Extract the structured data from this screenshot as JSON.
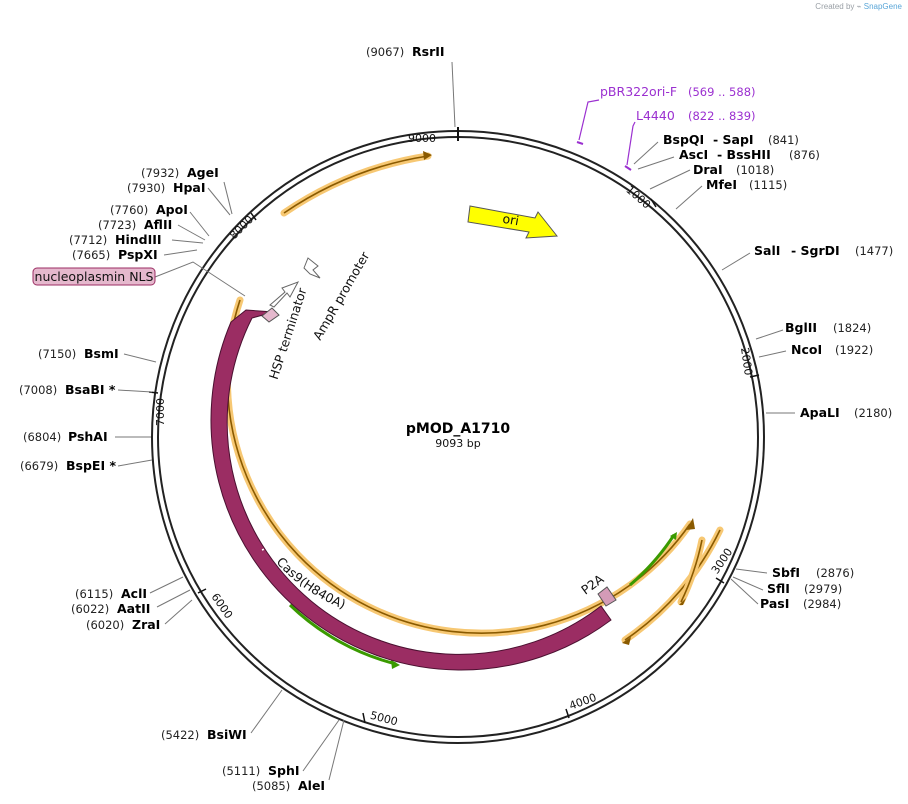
{
  "credit": {
    "prefix": "Created by",
    "brand": "SnapGene"
  },
  "plasmid": {
    "name": "pMOD_A1710",
    "length_label": "9093 bp",
    "length": 9093
  },
  "tick_labels": [
    "1000",
    "2000",
    "3000",
    "4000",
    "5000",
    "6000",
    "7000",
    "8000",
    "9000"
  ],
  "sites": [
    {
      "pos": "(9067)",
      "name": "RsrII"
    },
    {
      "name": "BspQI",
      "name2": "SapI",
      "pos": "(841)"
    },
    {
      "name": "AscI",
      "name2": "BssHII",
      "pos": "(876)"
    },
    {
      "name": "DraI",
      "pos": "(1018)"
    },
    {
      "name": "MfeI",
      "pos": "(1115)"
    },
    {
      "name": "SalI",
      "name2": "SgrDI",
      "pos": "(1477)"
    },
    {
      "name": "BglII",
      "pos": "(1824)"
    },
    {
      "name": "NcoI",
      "pos": "(1922)"
    },
    {
      "name": "ApaLI",
      "pos": "(2180)"
    },
    {
      "name": "SbfI",
      "pos": "(2876)"
    },
    {
      "name": "SflI",
      "pos": "(2979)"
    },
    {
      "name": "PasI",
      "pos": "(2984)"
    },
    {
      "pos": "(7932)",
      "name": "AgeI"
    },
    {
      "pos": "(7930)",
      "name": "HpaI"
    },
    {
      "pos": "(7760)",
      "name": "ApoI"
    },
    {
      "pos": "(7723)",
      "name": "AflII"
    },
    {
      "pos": "(7712)",
      "name": "HindIII"
    },
    {
      "pos": "(7665)",
      "name": "PspXI"
    },
    {
      "pos": "(7150)",
      "name": "BsmI"
    },
    {
      "pos": "(7008)",
      "name": "BsaBI *"
    },
    {
      "pos": "(6804)",
      "name": "PshAI"
    },
    {
      "pos": "(6679)",
      "name": "BspEI *"
    },
    {
      "pos": "(6115)",
      "name": "AclI"
    },
    {
      "pos": "(6022)",
      "name": "AatII"
    },
    {
      "pos": "(6020)",
      "name": "ZraI"
    },
    {
      "pos": "(5422)",
      "name": "BsiWI"
    },
    {
      "pos": "(5111)",
      "name": "SphI"
    },
    {
      "pos": "(5085)",
      "name": "AleI"
    }
  ],
  "primers": [
    {
      "name": "pBR322ori-F",
      "range": "(569 .. 588)"
    },
    {
      "name": "L4440",
      "range": "(822 .. 839)"
    }
  ],
  "features": {
    "ori": "ori",
    "hsp": "HSP terminator",
    "ampr": "AmpR promoter",
    "cas9": "Cas9(H840A)",
    "p2a": "P2A",
    "nls": "nucleoplasmin NLS"
  },
  "colors": {
    "backbone": "#222222",
    "cas9": "#9b2d63",
    "ori": "#ffff00",
    "primer": "#9b30d0",
    "orf_halo": "#f7c873",
    "orf_core": "#8a5a00",
    "green_orf": "#3a9a00",
    "nls_fill": "#e5b8cd",
    "p2a_fill": "#d49bb7"
  }
}
